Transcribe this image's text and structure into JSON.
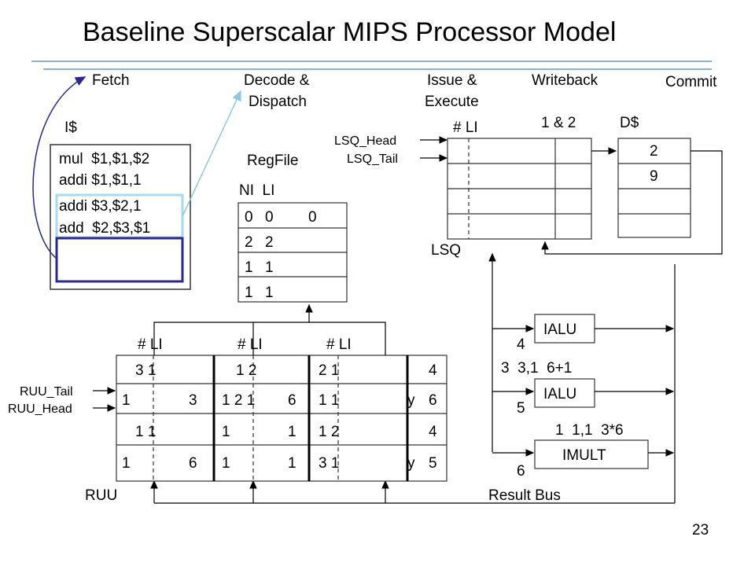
{
  "title": "Baseline Superscalar MIPS Processor Model",
  "stages": {
    "fetch": "Fetch",
    "decode_1": "Decode &",
    "decode_2": "Dispatch",
    "issue_1": "Issue &",
    "issue_2": "Execute",
    "writeback": "Writeback",
    "commit": "Commit"
  },
  "icache": {
    "label": "I$",
    "instructions": [
      "mul  $1,$1,$2",
      "addi $1,$1,1",
      "addi $3,$2,1",
      "add  $2,$3,$1"
    ]
  },
  "regfile": {
    "label": "RegFile",
    "header": "NI  LI",
    "rows": [
      {
        "ni": "0",
        "li": "0",
        "val": "0"
      },
      {
        "ni": "2",
        "li": "2",
        "val": ""
      },
      {
        "ni": "1",
        "li": "1",
        "val": ""
      },
      {
        "ni": "1",
        "li": "1",
        "val": ""
      }
    ]
  },
  "lsq": {
    "label": "LSQ",
    "col_label": "# LI",
    "head": "LSQ_Head",
    "tail": "LSQ_Tail"
  },
  "dcache": {
    "label": "D$",
    "writeback_note": "1 & 2",
    "values": [
      "2",
      "9",
      "",
      ""
    ]
  },
  "ruu": {
    "label": "RUU",
    "tail": "RUU_Tail",
    "head": "RUU_Head",
    "col_labels": [
      "# LI",
      "# LI",
      "# LI"
    ],
    "rows": [
      [
        "",
        "3 1",
        "",
        "",
        "1 2",
        "",
        "2 1",
        "",
        "4"
      ],
      [
        "1",
        "",
        "3",
        "1 2 1",
        "",
        "6",
        "1 1",
        "y",
        "6"
      ],
      [
        "",
        "1 1",
        "",
        "1",
        "",
        "1",
        "1 2",
        "",
        "4"
      ],
      [
        "1",
        "",
        "6",
        "1",
        "",
        "1",
        "3 1",
        "y",
        "5"
      ]
    ]
  },
  "units": {
    "alu1": "IALU",
    "alu2": "IALU",
    "mult": "IMULT",
    "alu1_num": "4",
    "alu2_note": "3  3,1  6+1",
    "alu2_num": "5",
    "mult_note": "1  1,1  3*6",
    "mult_num": "6"
  },
  "result_bus": "Result Bus",
  "page_number": "23",
  "colors": {
    "accent": "#8cb2cc",
    "highlight": "#a9d9ec",
    "dispatch_box": "#2b2a8c"
  }
}
